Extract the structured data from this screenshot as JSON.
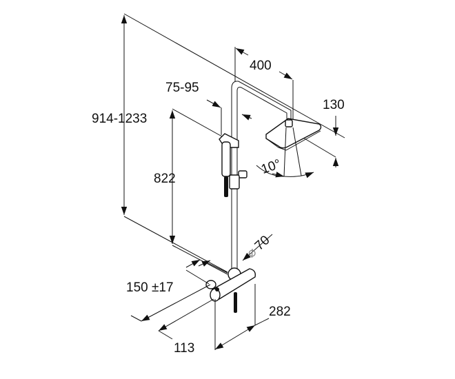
{
  "title": "Shower system dimension drawing",
  "dimensions": {
    "total_height": "914-1233",
    "bar_height": "822",
    "holder_range": "75-95",
    "arm_length": "400",
    "head_height": "130",
    "spray_angle": "10°",
    "pipe_diameter_symbol": "⌀",
    "pipe_diameter": "70",
    "inlet_spacing": "150 ±17",
    "valve_width": "282",
    "wall_distance": "113"
  },
  "colors": {
    "line": "#111111",
    "dim_text": "#111111",
    "diameter_text": "#888888"
  }
}
